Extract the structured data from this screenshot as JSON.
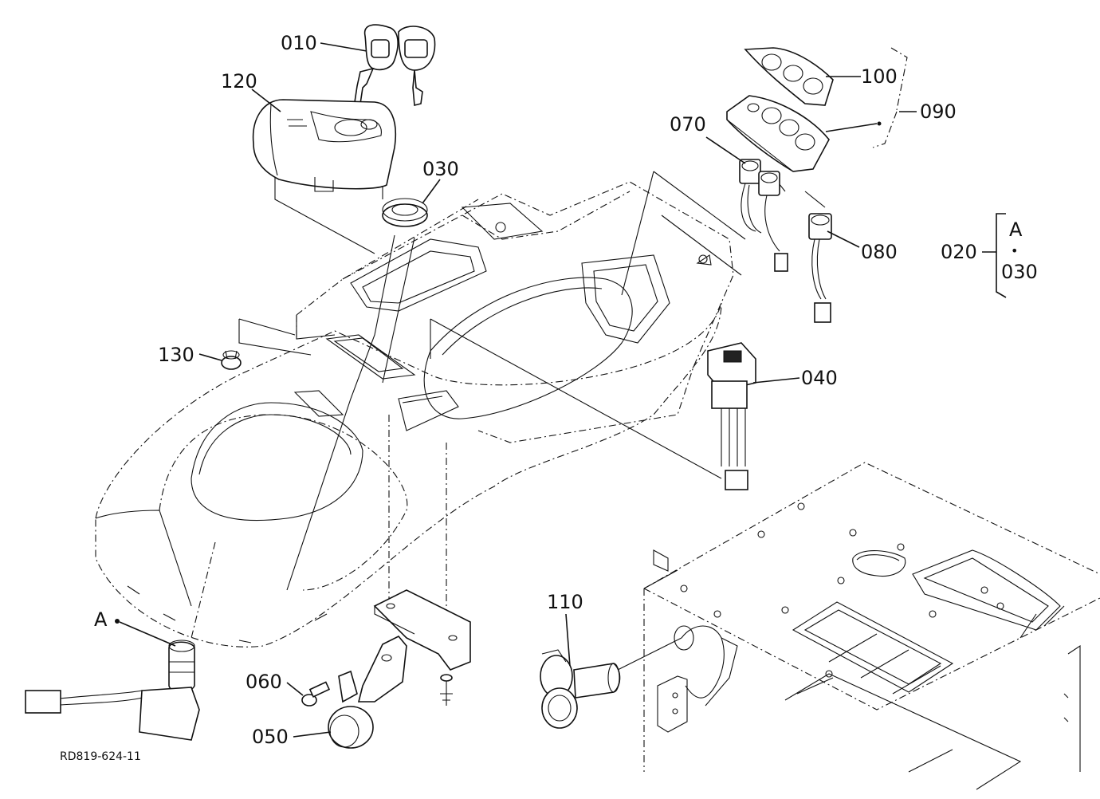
{
  "diagram": {
    "reference_code": "RD819-624-11",
    "callouts": [
      {
        "id": "010",
        "label": "010"
      },
      {
        "id": "120",
        "label": "120"
      },
      {
        "id": "030",
        "label": "030"
      },
      {
        "id": "130",
        "label": "130"
      },
      {
        "id": "070",
        "label": "070"
      },
      {
        "id": "100",
        "label": "100"
      },
      {
        "id": "090",
        "label": "090"
      },
      {
        "id": "080",
        "label": "080"
      },
      {
        "id": "040",
        "label": "040"
      },
      {
        "id": "110",
        "label": "110"
      },
      {
        "id": "060",
        "label": "060"
      },
      {
        "id": "050",
        "label": "050"
      },
      {
        "id": "A",
        "label": "A"
      }
    ],
    "group_note": {
      "part": "020",
      "line1": "A",
      "dot": "•",
      "line2": "030"
    }
  }
}
